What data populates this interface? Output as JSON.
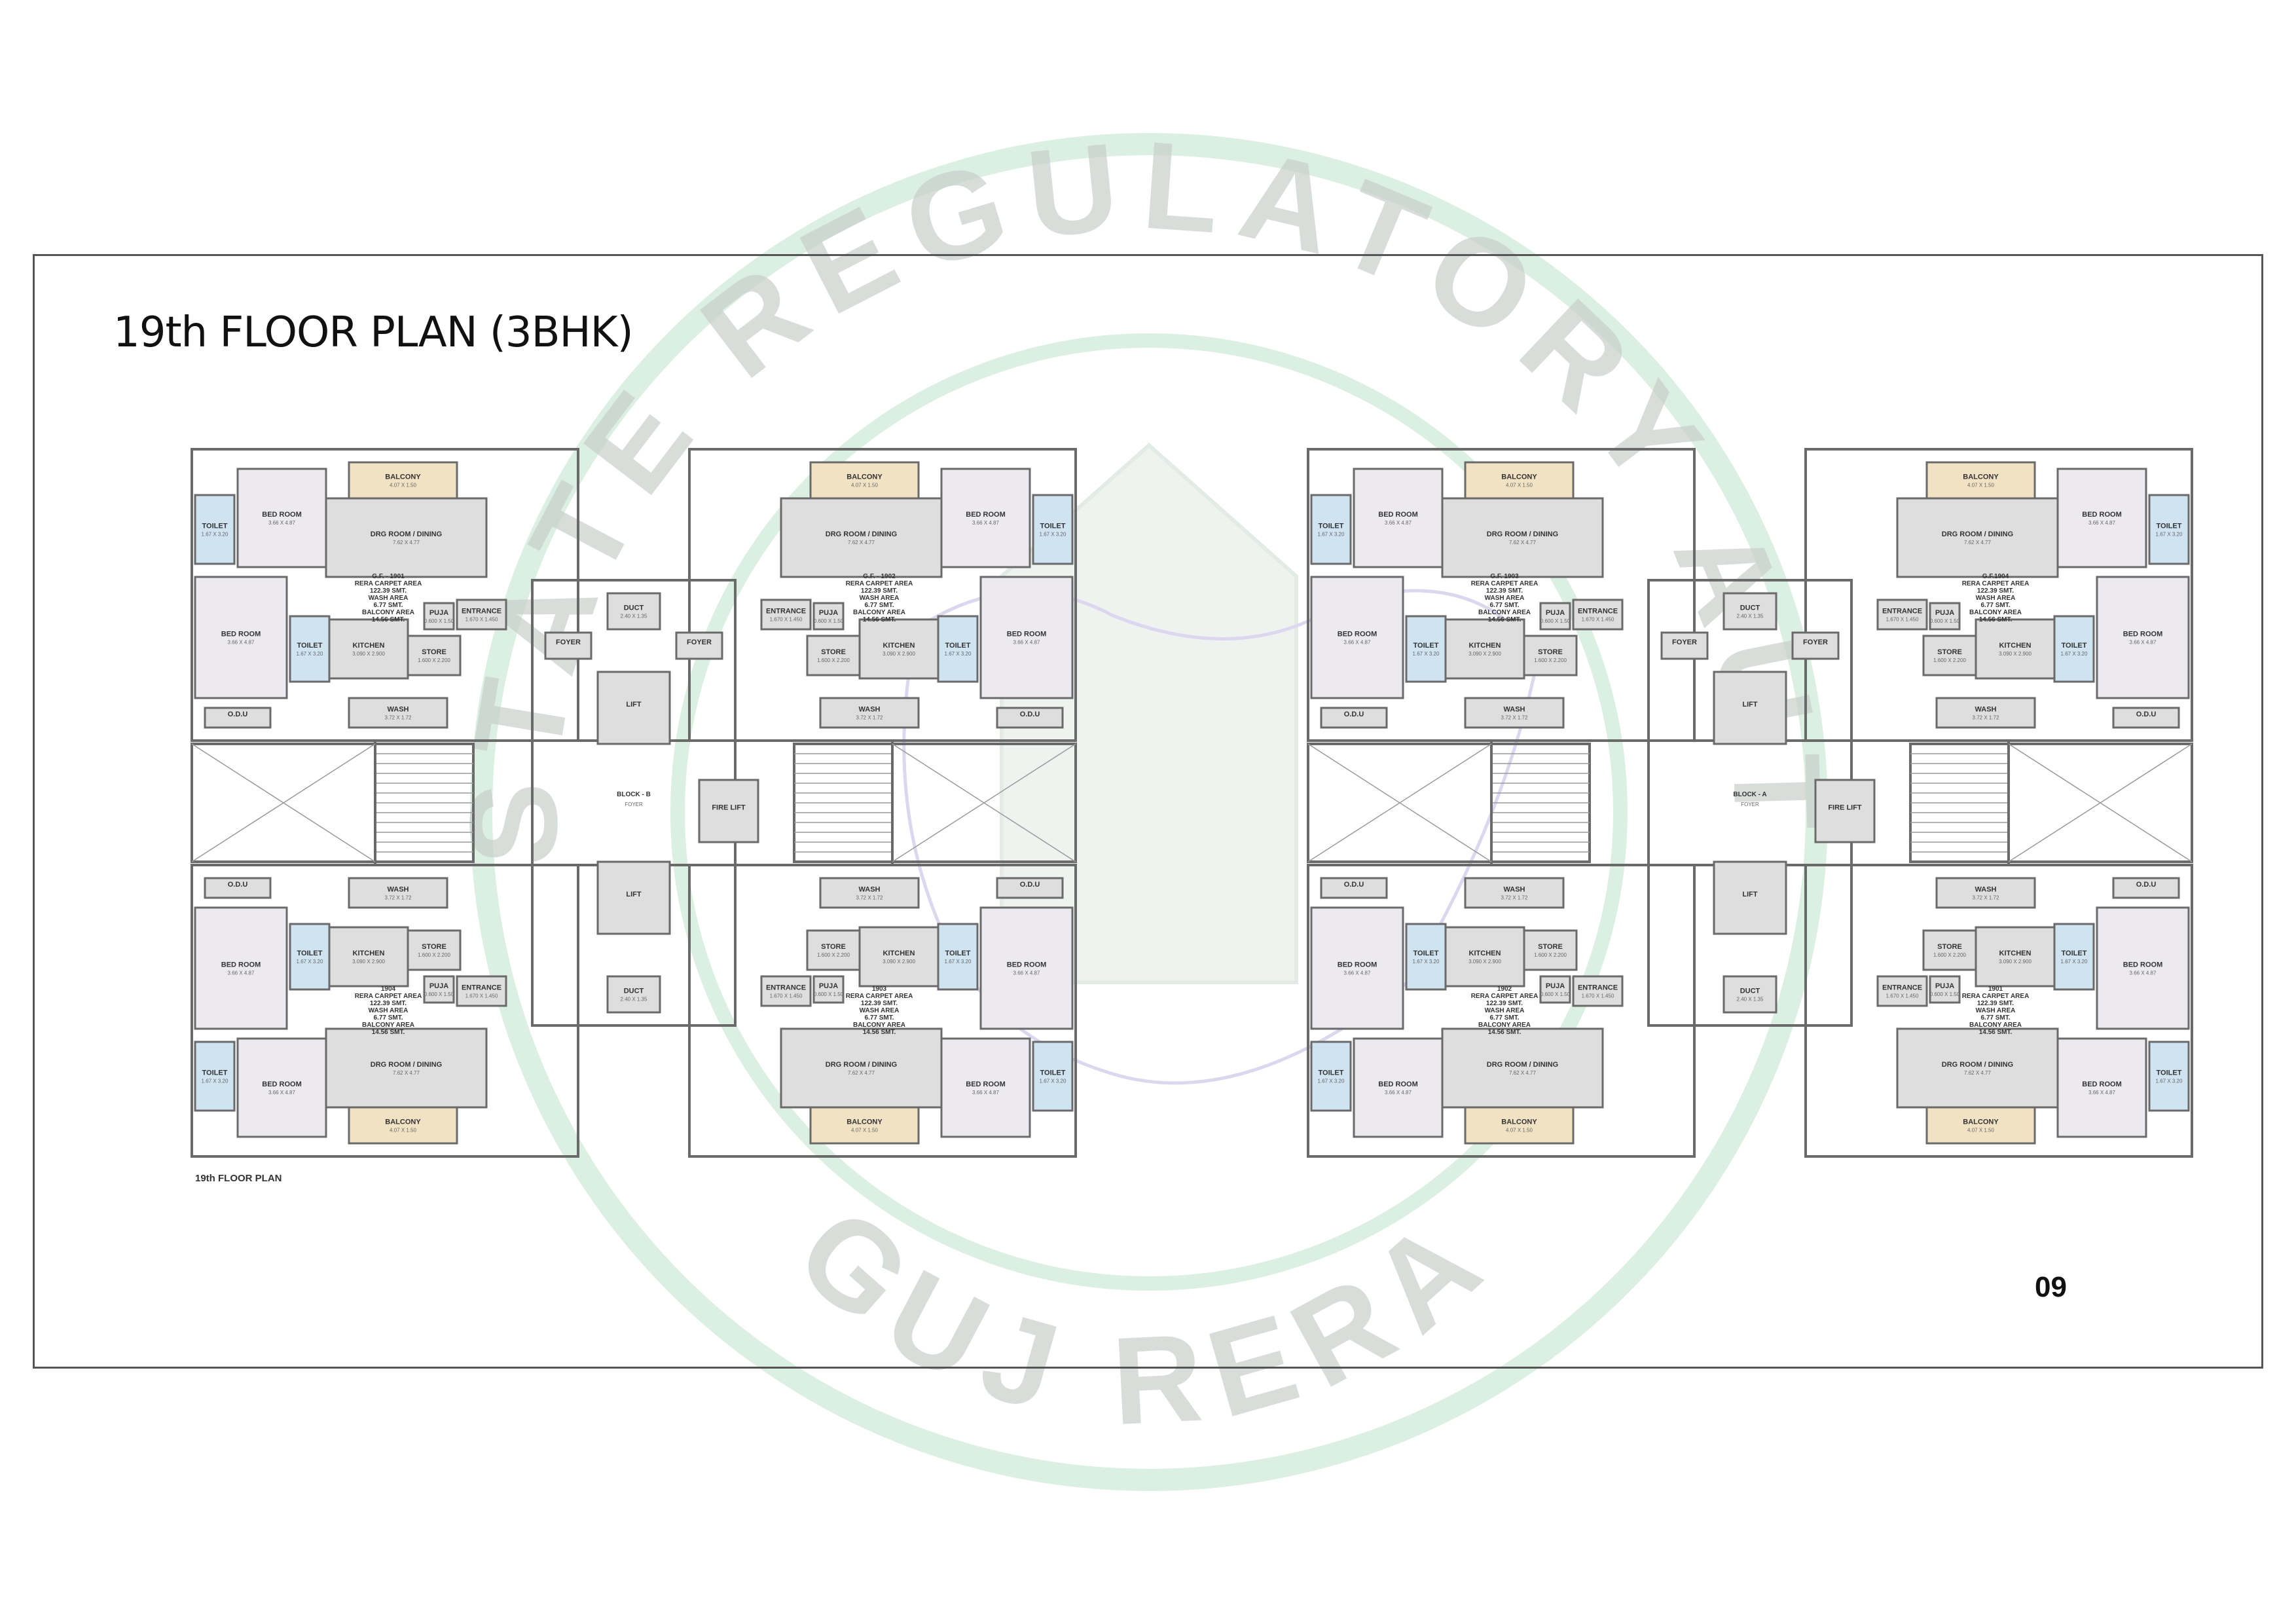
{
  "page": {
    "title": "19th FLOOR PLAN (3BHK)",
    "page_number": "09",
    "plan_caption": "19th FLOOR PLAN"
  },
  "watermark": {
    "top_text": "REAL ESTATE REGULATORY AUTHORITY",
    "bottom_text": "GUJ RERA",
    "color": "#cfe8d8"
  },
  "plans": [
    {
      "block_label": "BLOCK - B",
      "block_sub": "FOYER",
      "units": [
        {
          "name": "G.F. - 1901",
          "carpet": "RERA CARPET AREA",
          "carpet_val": "122.39 SMT.",
          "wash": "WASH AREA",
          "wash_val": "6.77 SMT.",
          "balcony": "BALCONY AREA",
          "balcony_val": "14.56 SMT."
        },
        {
          "name": "G.F. - 1902",
          "carpet": "RERA CARPET AREA",
          "carpet_val": "122.39 SMT.",
          "wash": "WASH AREA",
          "wash_val": "6.77 SMT.",
          "balcony": "BALCONY AREA",
          "balcony_val": "14.56 SMT."
        },
        {
          "name": "1904",
          "carpet": "RERA CARPET AREA",
          "carpet_val": "122.39 SMT.",
          "wash": "WASH AREA",
          "wash_val": "6.77 SMT.",
          "balcony": "BALCONY AREA",
          "balcony_val": "14.56 SMT."
        },
        {
          "name": "1903",
          "carpet": "RERA CARPET AREA",
          "carpet_val": "122.39 SMT.",
          "wash": "WASH AREA",
          "wash_val": "6.77 SMT.",
          "balcony": "BALCONY AREA",
          "balcony_val": "14.56 SMT."
        }
      ]
    },
    {
      "block_label": "BLOCK - A",
      "block_sub": "FOYER",
      "units": [
        {
          "name": "G.F. 1903",
          "carpet": "RERA CARPET AREA",
          "carpet_val": "122.39 SMT.",
          "wash": "WASH AREA",
          "wash_val": "6.77 SMT.",
          "balcony": "BALCONY AREA",
          "balcony_val": "14.56 SMT."
        },
        {
          "name": "G.F.1904",
          "carpet": "RERA CARPET AREA",
          "carpet_val": "122.39 SMT.",
          "wash": "WASH AREA",
          "wash_val": "6.77 SMT.",
          "balcony": "BALCONY AREA",
          "balcony_val": "14.56 SMT."
        },
        {
          "name": "1902",
          "carpet": "RERA CARPET AREA",
          "carpet_val": "122.39 SMT.",
          "wash": "WASH AREA",
          "wash_val": "6.77 SMT.",
          "balcony": "BALCONY AREA",
          "balcony_val": "14.56 SMT."
        },
        {
          "name": "1901",
          "carpet": "RERA CARPET AREA",
          "carpet_val": "122.39 SMT.",
          "wash": "WASH AREA",
          "wash_val": "6.77 SMT.",
          "balcony": "BALCONY AREA",
          "balcony_val": "14.56 SMT."
        }
      ]
    }
  ],
  "rooms": {
    "bed": "BED ROOM",
    "bed_dim": "3.66 X 4.87",
    "toilet": "TOILET",
    "toilet_dim": "1.67 X 3.20",
    "balcony": "BALCONY",
    "balcony_dim": "4.07 X 1.50",
    "drg": "DRG ROOM / DINING",
    "drg_dim": "7.62 X 4.77",
    "kitchen": "KITCHEN",
    "kitchen_dim": "3.090 X 2.900",
    "store": "STORE",
    "store_dim": "1.600 X 2.200",
    "puja": "PUJA",
    "puja_dim": "0.600 X 1.50",
    "entrance": "ENTRANCE",
    "entrance_dim": "1.670 X 1.450",
    "wash": "WASH",
    "wash_dim": "3.72 X 1.72",
    "odu": "O.D.U",
    "duct": "DUCT",
    "duct_dim": "2.40 X 1.35",
    "lift": "LIFT",
    "fire_lift": "FIRE LIFT",
    "foyer": "FOYER"
  }
}
